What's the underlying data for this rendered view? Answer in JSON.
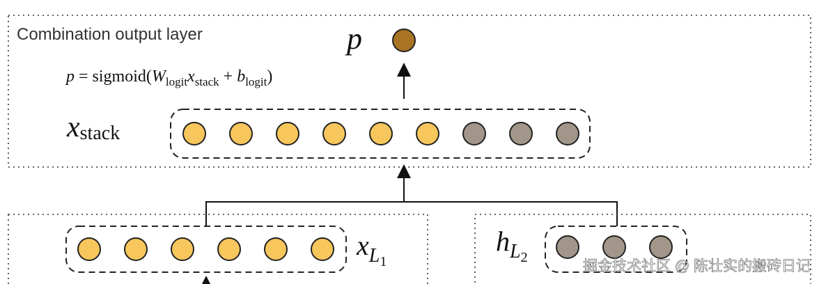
{
  "combination_layer": {
    "title": "Combination output layer",
    "output_symbol": "p",
    "output_node_color": "#a87424",
    "formula": {
      "lhs": "p",
      "eq": " = sigmoid(",
      "w": "W",
      "w_sub": "logit",
      "x": "x",
      "x_sub": "stack",
      "plus": " + ",
      "b": "b",
      "b_sub": "logit",
      "close": ")"
    },
    "stack_label": {
      "base": "x",
      "sub": "stack"
    },
    "stack_nodes": [
      "deep",
      "deep",
      "deep",
      "deep",
      "deep",
      "deep",
      "cross",
      "cross",
      "cross"
    ]
  },
  "deep_branch": {
    "label": {
      "base": "x",
      "sub": "L",
      "subsub": "1"
    },
    "node_count": 6
  },
  "cross_branch": {
    "label": {
      "base": "h",
      "sub": "L",
      "subsub": "2"
    },
    "node_count": 3
  },
  "colors": {
    "deep_node": "#f7c65c",
    "cross_node": "#a19689",
    "stroke": "#222222",
    "dotted_border": "#333333"
  },
  "watermark": "掘金技术社区 @ 陈壮实的搬砖日记"
}
